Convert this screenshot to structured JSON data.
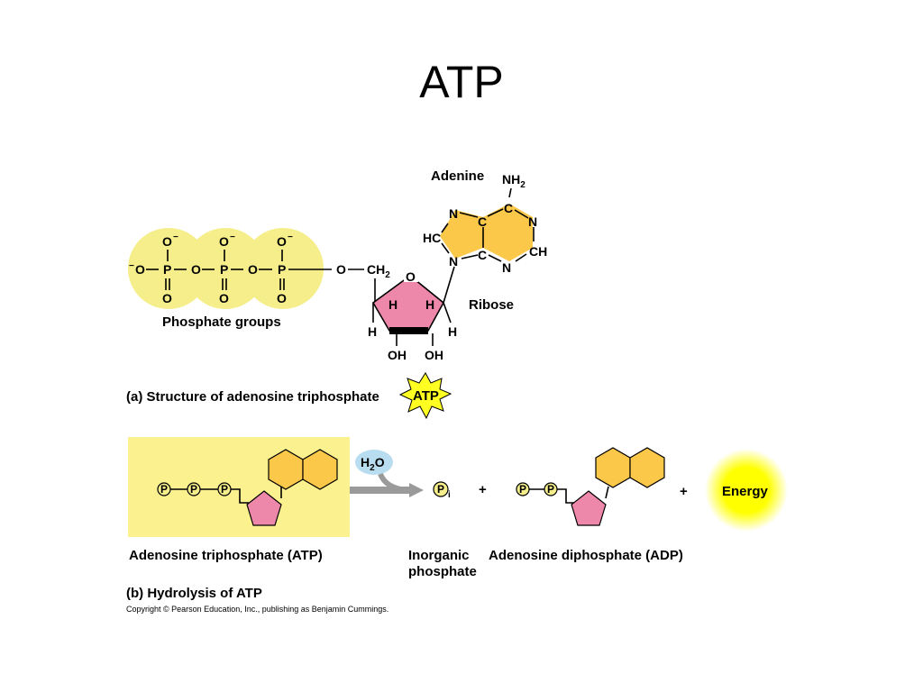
{
  "slide": {
    "title": "ATP"
  },
  "structure": {
    "charge_o": "O",
    "charge_sign": "−",
    "phosphate_label": "Phosphate groups",
    "adenine_label": "Adenine",
    "ribose_label": "Ribose",
    "caption": "(a) Structure of adenosine triphosphate",
    "badge": "ATP",
    "nh2": "NH",
    "nh2_sub": "2",
    "ch2": "CH",
    "ch2_sub": "2",
    "hc": "HC",
    "ch": "CH",
    "n": "N",
    "c": "C",
    "o": "O",
    "p": "P",
    "h": "H",
    "oh": "OH"
  },
  "hydrolysis": {
    "p_symbol": "P",
    "pi_sub": "i",
    "water": "H",
    "water_sub": "2",
    "water_o": "O",
    "plus": "+",
    "energy": "Energy",
    "atp_label": "Adenosine triphosphate (ATP)",
    "inorganic_label_1": "Inorganic",
    "inorganic_label_2": "phosphate",
    "adp_label": "Adenosine diphosphate (ADP)",
    "caption": "(b) Hydrolysis of ATP",
    "copyright": "Copyright © Pearson Education, Inc., publishing as Benjamin Cummings."
  },
  "colors": {
    "phosphate_yellow": "#f5ee8a",
    "adenine_orange": "#fcc84a",
    "ribose_pink": "#ee88aa",
    "atp_box": "#fbf18f",
    "energy_glow": "#ffff00",
    "water_blue": "#b9ddf0",
    "arrow_gray": "#9a9a9a"
  }
}
